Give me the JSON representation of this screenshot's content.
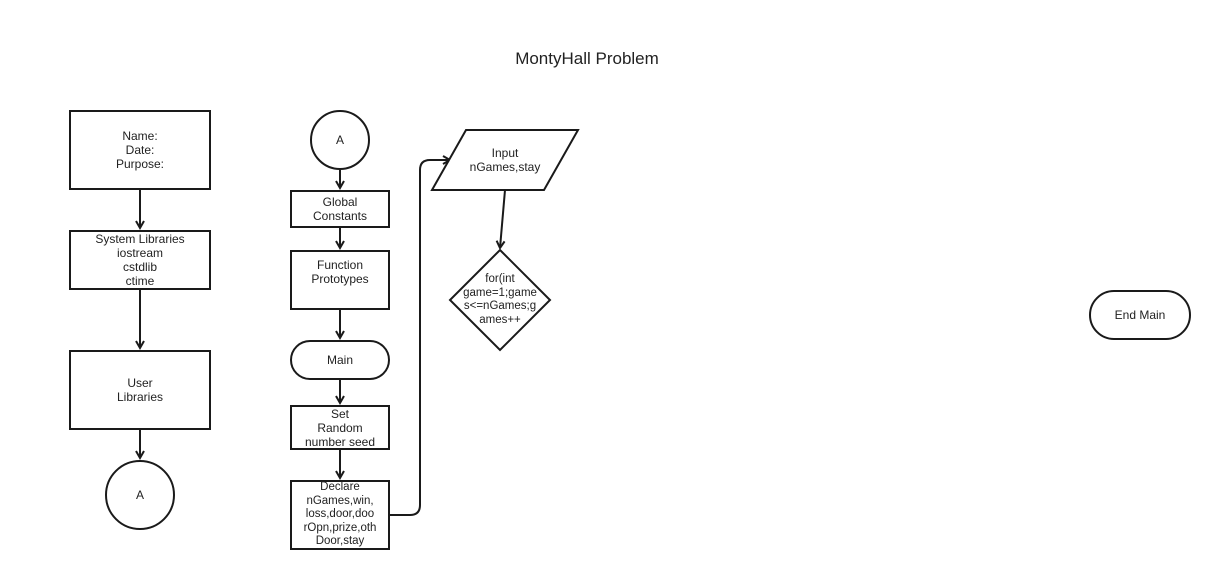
{
  "title": "MontyHall Problem",
  "colors": {
    "stroke": "#1a1a1a",
    "text": "#222222",
    "background": "#ffffff"
  },
  "nodes": {
    "header": "Name:\nDate:\nPurpose:",
    "system_libraries": "System Libraries\niostream\ncstdlib\nctime",
    "user_libraries": "User\nLibraries",
    "connector_a_out": "A",
    "connector_a_in": "A",
    "global_constants": "Global\nConstants",
    "function_prototypes": "Function\nPrototypes",
    "main": "Main",
    "random_seed": "Set\nRandom\nnumber seed",
    "declare": "Declare\nnGames,win,\nloss,door,doo\nrOpn,prize,oth\nDoor,stay",
    "input": "Input\nnGames,stay",
    "for_loop": "for(int\ngame=1;game\ns<=nGames;g\names++",
    "end_main": "End Main"
  }
}
